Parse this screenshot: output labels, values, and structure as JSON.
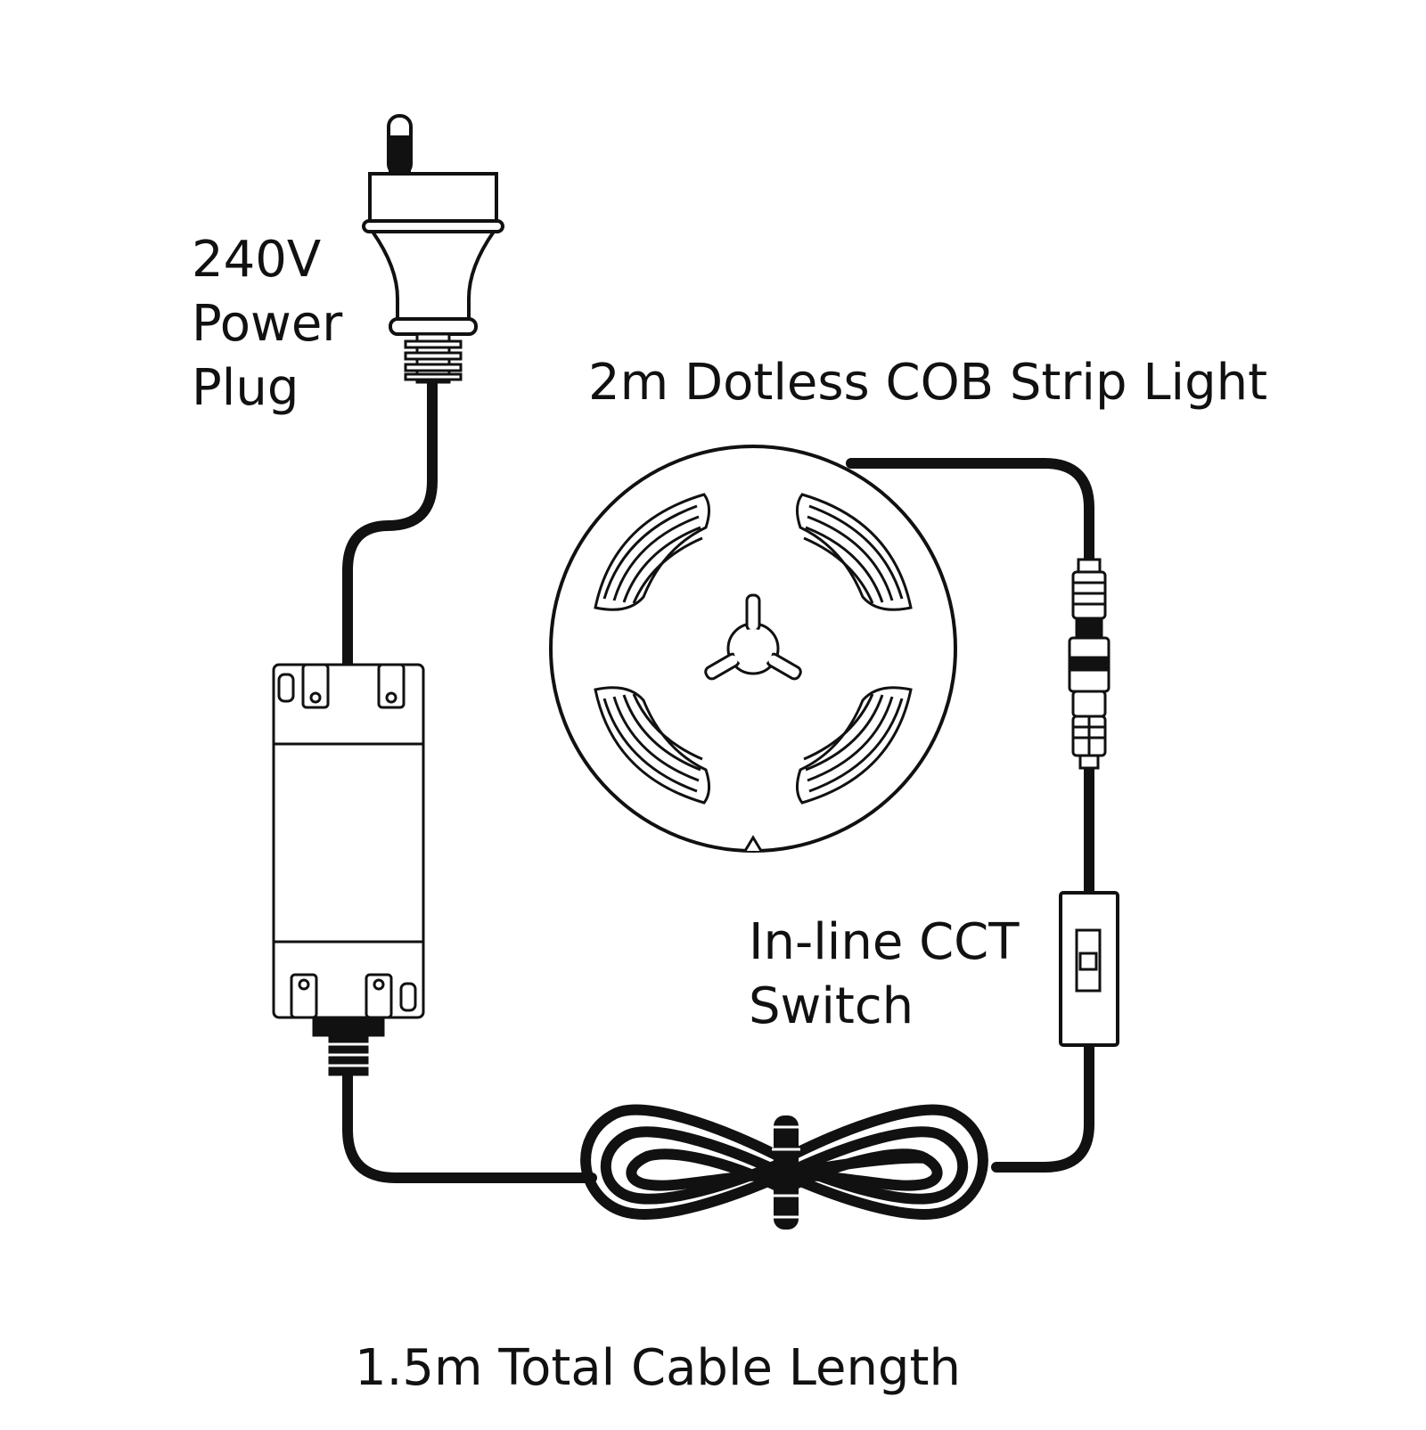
{
  "labels": {
    "plug": [
      "240V",
      "Power",
      "Plug"
    ],
    "strip": "2m Dotless COB Strip Light",
    "switch": [
      "In-line CCT",
      "Switch"
    ],
    "cable": "1.5m Total Cable Length"
  },
  "colors": {
    "line": "#111111",
    "background": "#ffffff"
  },
  "icons": {
    "plug": "power-plug-icon",
    "driver": "driver-box-icon",
    "reel": "strip-reel-icon",
    "connector": "dc-connector-icon",
    "switch": "cct-switch-icon",
    "coil": "cable-coil-icon"
  }
}
